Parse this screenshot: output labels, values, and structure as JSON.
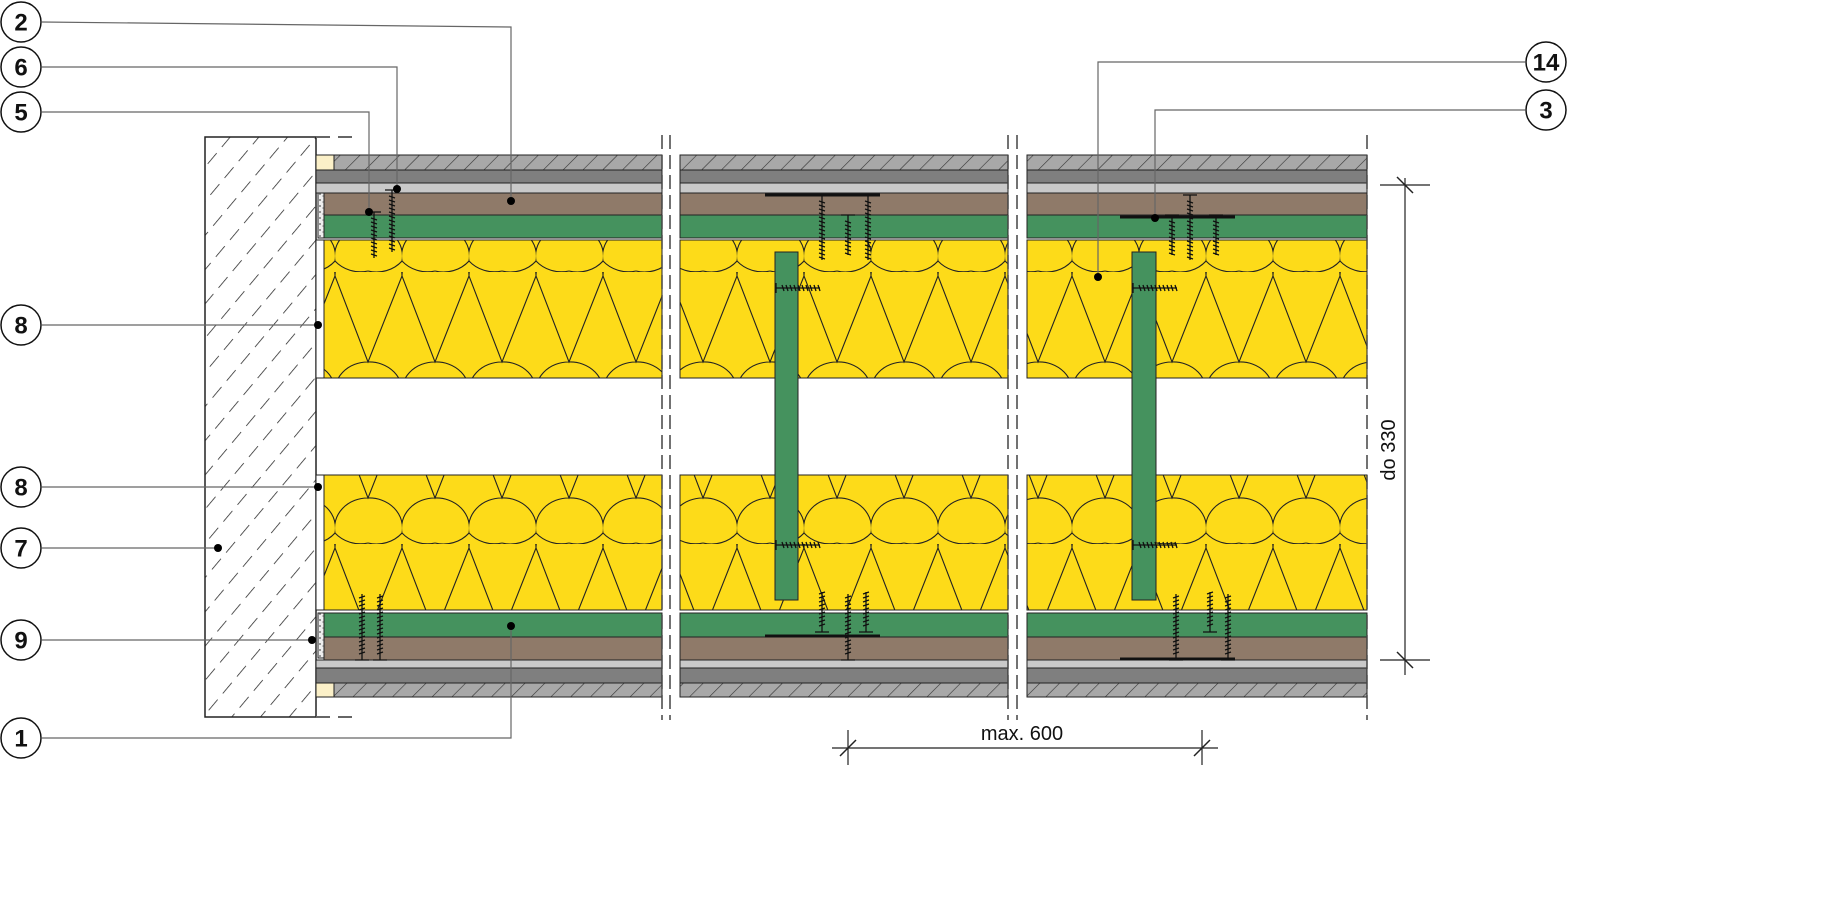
{
  "callouts": {
    "c2": "2",
    "c6": "6",
    "c5": "5",
    "c8a": "8",
    "c8b": "8",
    "c7": "7",
    "c9": "9",
    "c1": "1",
    "c14": "14",
    "c3": "3"
  },
  "dimensions": {
    "height": "do 330",
    "spacing": "max. 600"
  },
  "colors": {
    "insulation": "#FDDB19",
    "green_board": "#45925E",
    "brown_board": "#8F7A69",
    "gray_board": "#A8A8A8",
    "dark_gray": "#7F7F7F"
  }
}
